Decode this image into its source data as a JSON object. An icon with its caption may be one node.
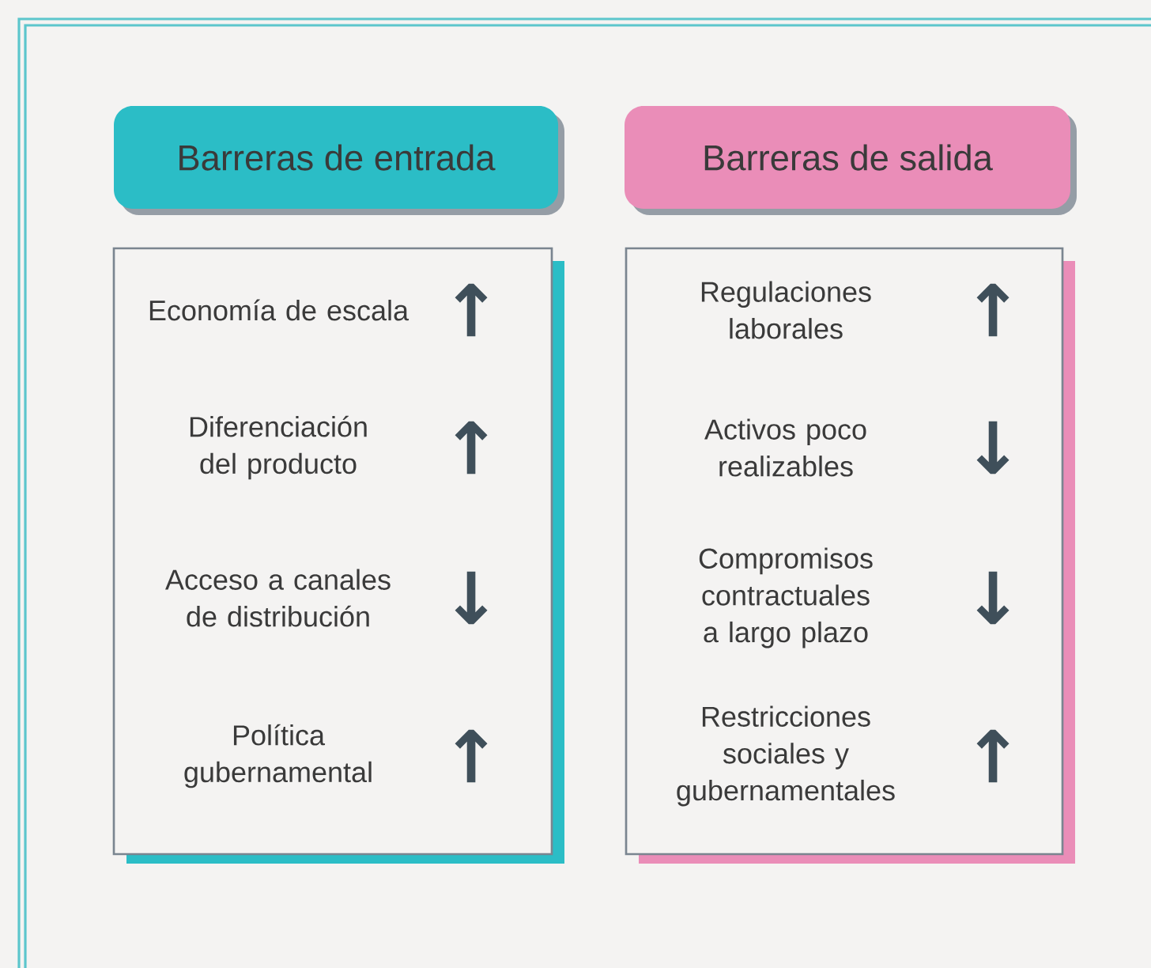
{
  "diagram": {
    "nodes": [
      {
        "text": [
          "Barreras de entrada"
        ]
      },
      {
        "text": [
          "Barreras de salida"
        ]
      },
      {
        "text": [],
        "shape": "box"
      },
      {
        "text": [],
        "shape": "box"
      },
      {
        "text": [
          "Economía de escala"
        ],
        "in": 2,
        "beside": [
          "↑"
        ]
      },
      {
        "text": [
          "Diferenciación del producto"
        ],
        "in": 2,
        "beside": [
          "↑"
        ]
      },
      {
        "text": [
          "Acceso a canales de distribución"
        ],
        "in": 2,
        "beside": [
          "↓"
        ]
      },
      {
        "text": [
          "Política gubernamental"
        ],
        "in": 2,
        "beside": [
          "↑"
        ]
      },
      {
        "text": [
          "Regulaciones laborales"
        ],
        "in": 3,
        "beside": [
          "↑"
        ]
      },
      {
        "text": [
          "Activos poco realizables"
        ],
        "in": 3,
        "beside": [
          "↓"
        ]
      },
      {
        "text": [
          "Compromisos contractuales a largo plazo"
        ],
        "in": 3,
        "beside": [
          "↓"
        ]
      },
      {
        "text": [
          "Restricciones sociales y gubernamentales"
        ],
        "in": 3,
        "beside": [
          "↑"
        ]
      }
    ]
  }
}
